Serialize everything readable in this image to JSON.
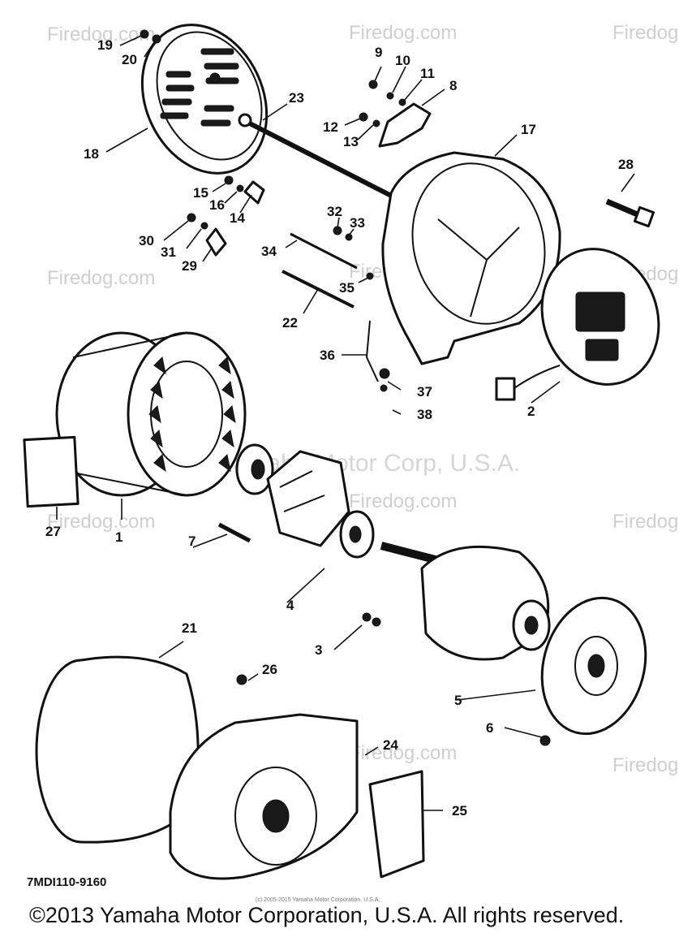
{
  "watermark": "Firedog.com",
  "watermark_faint": "Yamaha Motor Corp, U.S.A.",
  "callouts": {
    "c1": "1",
    "c2": "2",
    "c3": "3",
    "c4": "4",
    "c5": "5",
    "c6": "6",
    "c7": "7",
    "c8": "8",
    "c9": "9",
    "c10": "10",
    "c11": "11",
    "c12": "12",
    "c13": "13",
    "c14": "14",
    "c15": "15",
    "c16": "16",
    "c17": "17",
    "c18": "18",
    "c19": "19",
    "c20": "20",
    "c21": "21",
    "c22": "22",
    "c23": "23",
    "c24": "24",
    "c25": "25",
    "c26": "26",
    "c27": "27",
    "c28": "28",
    "c29": "29",
    "c30": "30",
    "c31": "31",
    "c32": "32",
    "c33": "33",
    "c34": "34",
    "c35": "35",
    "c36": "36",
    "c37": "37",
    "c38": "38"
  },
  "diagram_code": "7MDI110-9160",
  "small_credit": "(c) 2005-2015 Yamaha Motor Corporation, U.S.A.",
  "copyright": "©2013 Yamaha Motor Corporation, U.S.A. All rights reserved."
}
